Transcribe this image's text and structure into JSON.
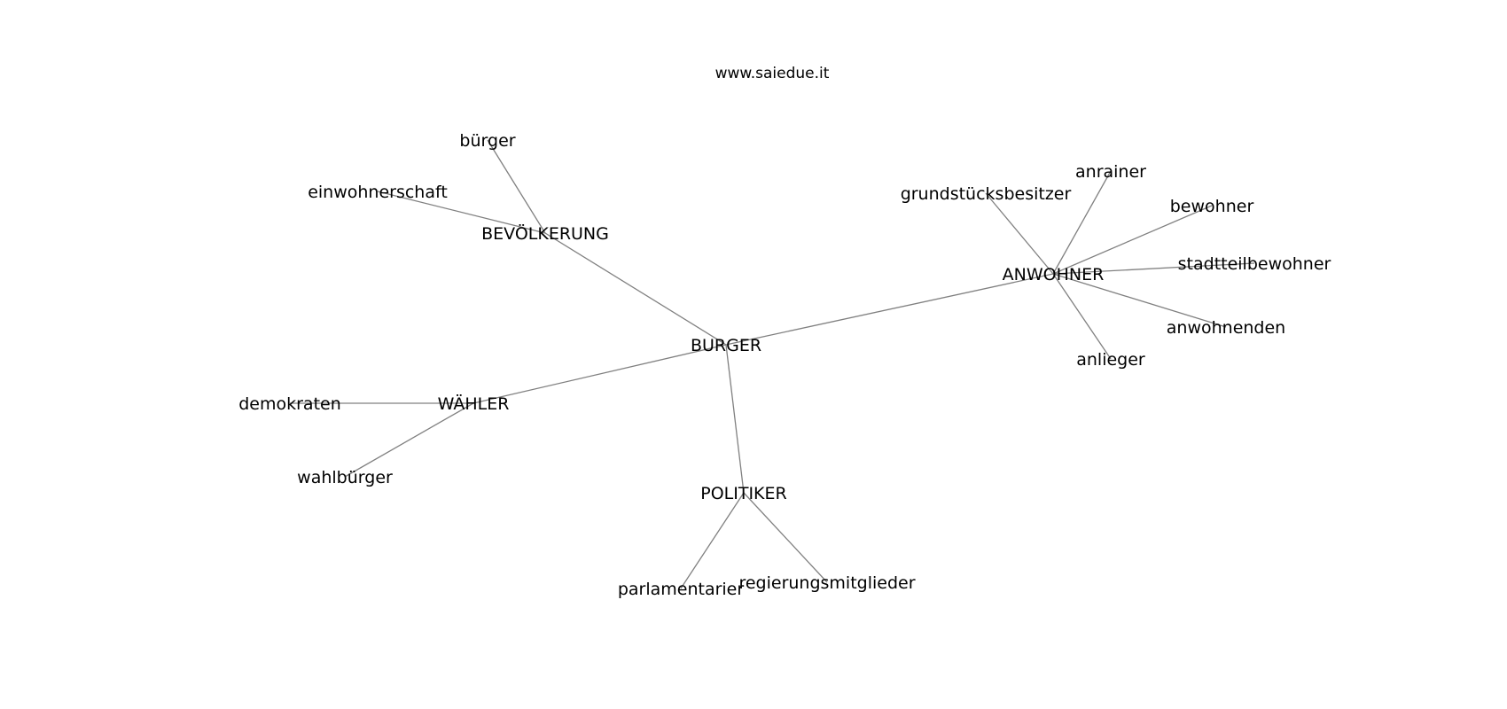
{
  "watermark": "www.saiedue.it",
  "colors": {
    "edge": "#808080",
    "text": "#000000",
    "background": "#ffffff"
  },
  "graph": {
    "nodes": [
      {
        "id": "burger",
        "label": "BURGER"
      },
      {
        "id": "bevoelkerung",
        "label": "BEVÖLKERUNG"
      },
      {
        "id": "anwohner",
        "label": "ANWOHNER"
      },
      {
        "id": "waehler",
        "label": "WÄHLER"
      },
      {
        "id": "politiker",
        "label": "POLITIKER"
      },
      {
        "id": "buerger",
        "label": "bürger"
      },
      {
        "id": "einwohnerschaft",
        "label": "einwohnerschaft"
      },
      {
        "id": "grundstuecksbesitzer",
        "label": "grundstücksbesitzer"
      },
      {
        "id": "anrainer",
        "label": "anrainer"
      },
      {
        "id": "bewohner",
        "label": "bewohner"
      },
      {
        "id": "stadtteilbewohner",
        "label": "stadtteilbewohner"
      },
      {
        "id": "anwohnenden",
        "label": "anwohnenden"
      },
      {
        "id": "anlieger",
        "label": "anlieger"
      },
      {
        "id": "demokraten",
        "label": "demokraten"
      },
      {
        "id": "wahlbuerger",
        "label": "wahlbürger"
      },
      {
        "id": "parlamentarier",
        "label": "parlamentarier"
      },
      {
        "id": "regierungsmitglieder",
        "label": "regierungsmitglieder"
      }
    ],
    "edges": [
      [
        "burger",
        "bevoelkerung"
      ],
      [
        "burger",
        "anwohner"
      ],
      [
        "burger",
        "waehler"
      ],
      [
        "burger",
        "politiker"
      ],
      [
        "bevoelkerung",
        "buerger"
      ],
      [
        "bevoelkerung",
        "einwohnerschaft"
      ],
      [
        "anwohner",
        "grundstuecksbesitzer"
      ],
      [
        "anwohner",
        "anrainer"
      ],
      [
        "anwohner",
        "bewohner"
      ],
      [
        "anwohner",
        "stadtteilbewohner"
      ],
      [
        "anwohner",
        "anwohnenden"
      ],
      [
        "anwohner",
        "anlieger"
      ],
      [
        "waehler",
        "demokraten"
      ],
      [
        "waehler",
        "wahlbuerger"
      ],
      [
        "politiker",
        "parlamentarier"
      ],
      [
        "politiker",
        "regierungsmitglieder"
      ]
    ]
  }
}
